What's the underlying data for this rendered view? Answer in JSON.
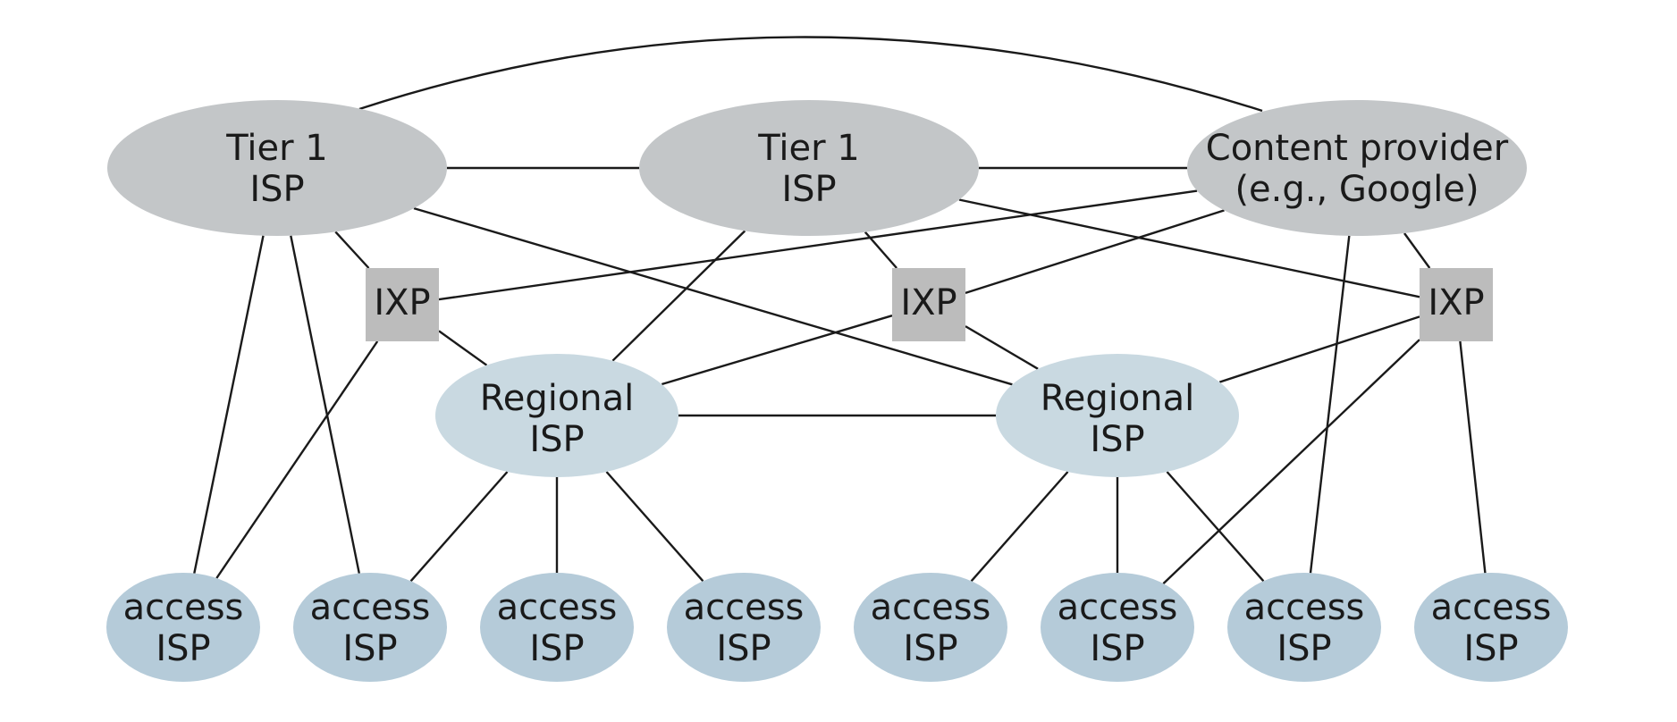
{
  "colors": {
    "tier_fill": "#c3c6c8",
    "ixp_fill": "#bcbcbc",
    "regional_fill": "#c9d9e1",
    "access_fill": "#b5cbd9",
    "edge": "#1a1a1a",
    "text": "#1a1a1a"
  },
  "nodes": {
    "tier1_left": {
      "kind": "tier",
      "lines": [
        "Tier 1",
        "ISP"
      ]
    },
    "tier1_mid": {
      "kind": "tier",
      "lines": [
        "Tier 1",
        "ISP"
      ]
    },
    "content": {
      "kind": "tier",
      "lines": [
        "Content provider",
        "(e.g., Google)"
      ]
    },
    "ixp1": {
      "kind": "ixp",
      "lines": [
        "IXP"
      ]
    },
    "ixp2": {
      "kind": "ixp",
      "lines": [
        "IXP"
      ]
    },
    "ixp3": {
      "kind": "ixp",
      "lines": [
        "IXP"
      ]
    },
    "reg1": {
      "kind": "regional",
      "lines": [
        "Regional",
        "ISP"
      ]
    },
    "reg2": {
      "kind": "regional",
      "lines": [
        "Regional",
        "ISP"
      ]
    },
    "a1": {
      "kind": "access",
      "lines": [
        "access",
        "ISP"
      ]
    },
    "a2": {
      "kind": "access",
      "lines": [
        "access",
        "ISP"
      ]
    },
    "a3": {
      "kind": "access",
      "lines": [
        "access",
        "ISP"
      ]
    },
    "a4": {
      "kind": "access",
      "lines": [
        "access",
        "ISP"
      ]
    },
    "a5": {
      "kind": "access",
      "lines": [
        "access",
        "ISP"
      ]
    },
    "a6": {
      "kind": "access",
      "lines": [
        "access",
        "ISP"
      ]
    },
    "a7": {
      "kind": "access",
      "lines": [
        "access",
        "ISP"
      ]
    },
    "a8": {
      "kind": "access",
      "lines": [
        "access",
        "ISP"
      ]
    }
  },
  "links": [
    [
      "tier1_left",
      "content"
    ],
    [
      "tier1_left",
      "tier1_mid"
    ],
    [
      "tier1_mid",
      "content"
    ],
    [
      "tier1_left",
      "ixp1"
    ],
    [
      "tier1_left",
      "reg2"
    ],
    [
      "tier1_left",
      "a1"
    ],
    [
      "tier1_left",
      "a2"
    ],
    [
      "tier1_mid",
      "reg1"
    ],
    [
      "tier1_mid",
      "ixp2"
    ],
    [
      "tier1_mid",
      "ixp3"
    ],
    [
      "content",
      "ixp1"
    ],
    [
      "content",
      "ixp2"
    ],
    [
      "content",
      "ixp3"
    ],
    [
      "content",
      "a7"
    ],
    [
      "ixp1",
      "reg1"
    ],
    [
      "ixp1",
      "a1"
    ],
    [
      "ixp2",
      "reg1"
    ],
    [
      "ixp2",
      "reg2"
    ],
    [
      "ixp3",
      "reg2"
    ],
    [
      "ixp3",
      "a6"
    ],
    [
      "ixp3",
      "a8"
    ],
    [
      "reg1",
      "reg2"
    ],
    [
      "reg1",
      "a2"
    ],
    [
      "reg1",
      "a3"
    ],
    [
      "reg1",
      "a4"
    ],
    [
      "reg2",
      "a5"
    ],
    [
      "reg2",
      "a6"
    ],
    [
      "reg2",
      "a7"
    ]
  ]
}
